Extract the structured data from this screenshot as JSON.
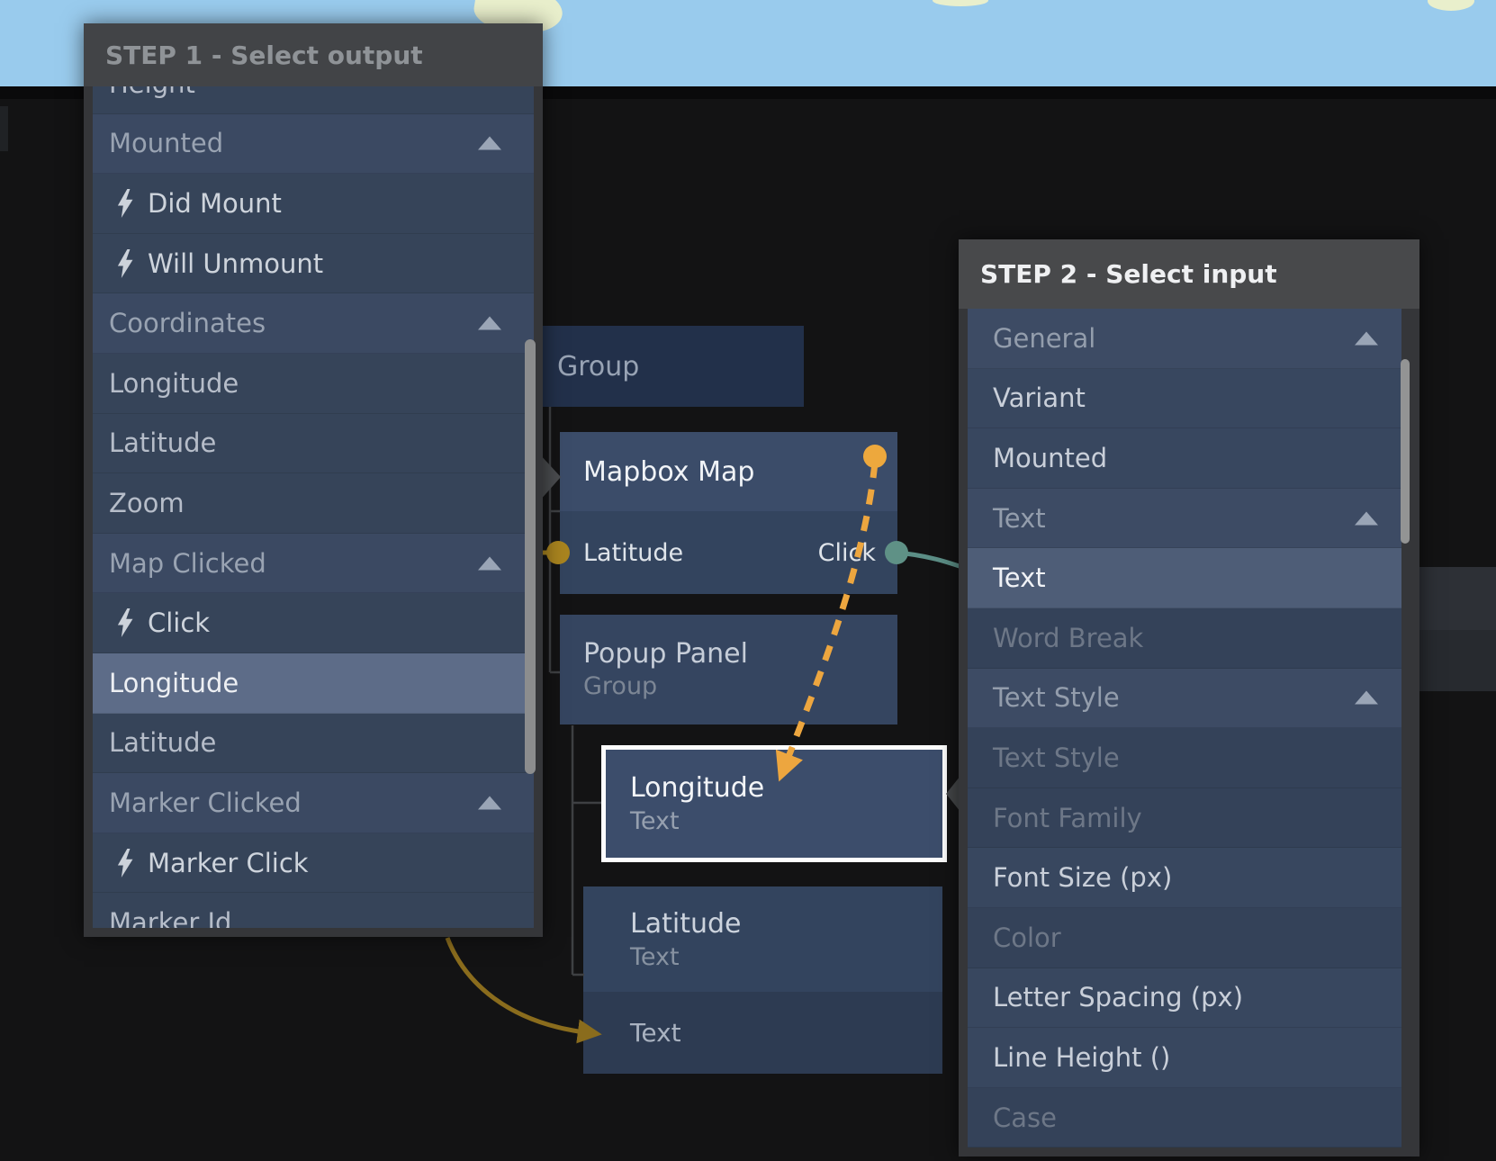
{
  "step1": {
    "title": "STEP 1 - Select output",
    "items": [
      {
        "label": "Height"
      },
      {
        "label": "Mounted"
      },
      {
        "label": "Did Mount"
      },
      {
        "label": "Will Unmount"
      },
      {
        "label": "Coordinates"
      },
      {
        "label": "Longitude"
      },
      {
        "label": "Latitude"
      },
      {
        "label": "Zoom"
      },
      {
        "label": "Map Clicked"
      },
      {
        "label": "Click"
      },
      {
        "label": "Longitude"
      },
      {
        "label": "Latitude"
      },
      {
        "label": "Marker Clicked"
      },
      {
        "label": "Marker Click"
      },
      {
        "label": "Marker Id"
      }
    ]
  },
  "step2": {
    "title": "STEP 2 - Select input",
    "items": [
      {
        "label": "General"
      },
      {
        "label": "Variant"
      },
      {
        "label": "Mounted"
      },
      {
        "label": "Text"
      },
      {
        "label": "Text"
      },
      {
        "label": "Word Break"
      },
      {
        "label": "Text Style"
      },
      {
        "label": "Text Style"
      },
      {
        "label": "Font Family"
      },
      {
        "label": "Font Size (px)"
      },
      {
        "label": "Color"
      },
      {
        "label": "Letter Spacing (px)"
      },
      {
        "label": "Line Height ()"
      },
      {
        "label": "Case"
      }
    ]
  },
  "nodes": {
    "group": {
      "title": "Group"
    },
    "mapbox": {
      "title": "Mapbox Map",
      "port_left": "Latitude",
      "port_right": "Click"
    },
    "popup": {
      "title": "Popup Panel",
      "subtitle": "Group"
    },
    "longitude": {
      "title": "Longitude",
      "subtitle": "Text"
    },
    "latitude": {
      "title": "Latitude",
      "subtitle": "Text"
    },
    "text": {
      "label": "Text"
    }
  },
  "colors": {
    "accent_orange": "#eda63f",
    "connection_gold": "#a9841f",
    "connection_olive": "#8a6c1d",
    "connection_teal": "#5c8e86",
    "selection_border": "#fdfdfd",
    "map_water": "#99cbed",
    "map_land": "#e9efcc"
  }
}
